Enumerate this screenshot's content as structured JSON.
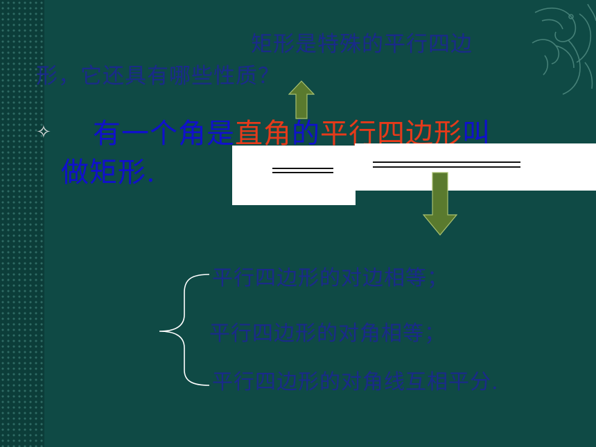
{
  "slide": {
    "question_line1": "矩形是特殊的平行四边",
    "question_line2": "形，它还具有哪些性质？",
    "bullet_symbol": "✧",
    "definition": {
      "part1": "有一个角是",
      "part2": "直角",
      "part3": "的",
      "part4": "平行四边形",
      "part5": "叫",
      "line2": "做矩形."
    },
    "properties": [
      "平行四边形的对边相等；",
      "平行四边形的对角相等；",
      "平行四边形的对角线互相平分."
    ]
  },
  "colors": {
    "background": "#0f4a45",
    "question_text": "#1a2a8a",
    "definition_text": "#1010cc",
    "highlight_red": "#e63a1a",
    "arrow_green": "#5a7a2e",
    "brace_white": "#ffffff"
  },
  "icons": {
    "decoration": "phoenix-ornament-icon",
    "up_arrow": "arrow-up-icon",
    "down_arrow": "arrow-down-icon",
    "brace": "curly-brace-icon"
  }
}
